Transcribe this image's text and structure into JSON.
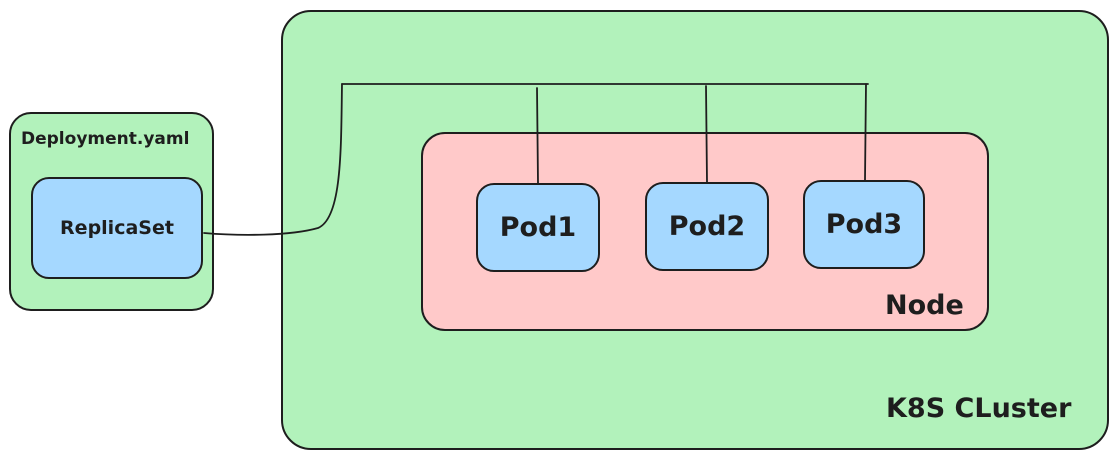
{
  "cluster": {
    "label": "K8S CLuster"
  },
  "deployment": {
    "label": "Deployment.yaml"
  },
  "replicaset": {
    "label": "ReplicaSet"
  },
  "node": {
    "label": "Node"
  },
  "pods": [
    {
      "label": "Pod1"
    },
    {
      "label": "Pod2"
    },
    {
      "label": "Pod3"
    }
  ],
  "colors": {
    "cluster_fill": "#b2f2bb",
    "node_fill": "#ffc9c9",
    "pod_fill": "#a5d8ff",
    "stroke": "#1e1e1e"
  }
}
